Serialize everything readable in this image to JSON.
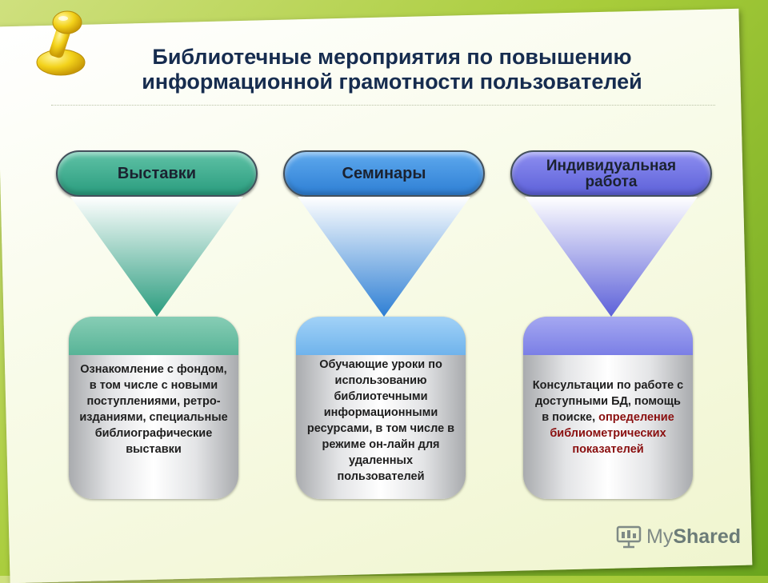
{
  "title_line1": "Библиотечные мероприятия по повышению",
  "title_line2": "информационной грамотности пользователей",
  "columns": [
    {
      "heading": "Выставки",
      "text": "Ознакомление с фондом, в том числе с новыми поступлениями, ретро-изданиями, специальные библиографические выставки",
      "accent": "#2a9c7e"
    },
    {
      "heading": "Семинары",
      "text": "Обучающие уроки по использованию библиотечными информационными ресурсами, в том числе в режиме он-лайн для удаленных пользователей",
      "accent": "#2e7fd4"
    },
    {
      "heading_line1": "Индивидуальная",
      "heading_line2": "работа",
      "text_plain": "Консультации по работе с доступными БД, помощь в поиске,",
      "text_highlight": "определение библиометрических показателей",
      "accent": "#5d61d9",
      "highlight_color": "#8a0f0f"
    }
  ],
  "watermark": {
    "part1": "My",
    "part2": "Shared",
    "icon": "presentation-board-icon"
  }
}
